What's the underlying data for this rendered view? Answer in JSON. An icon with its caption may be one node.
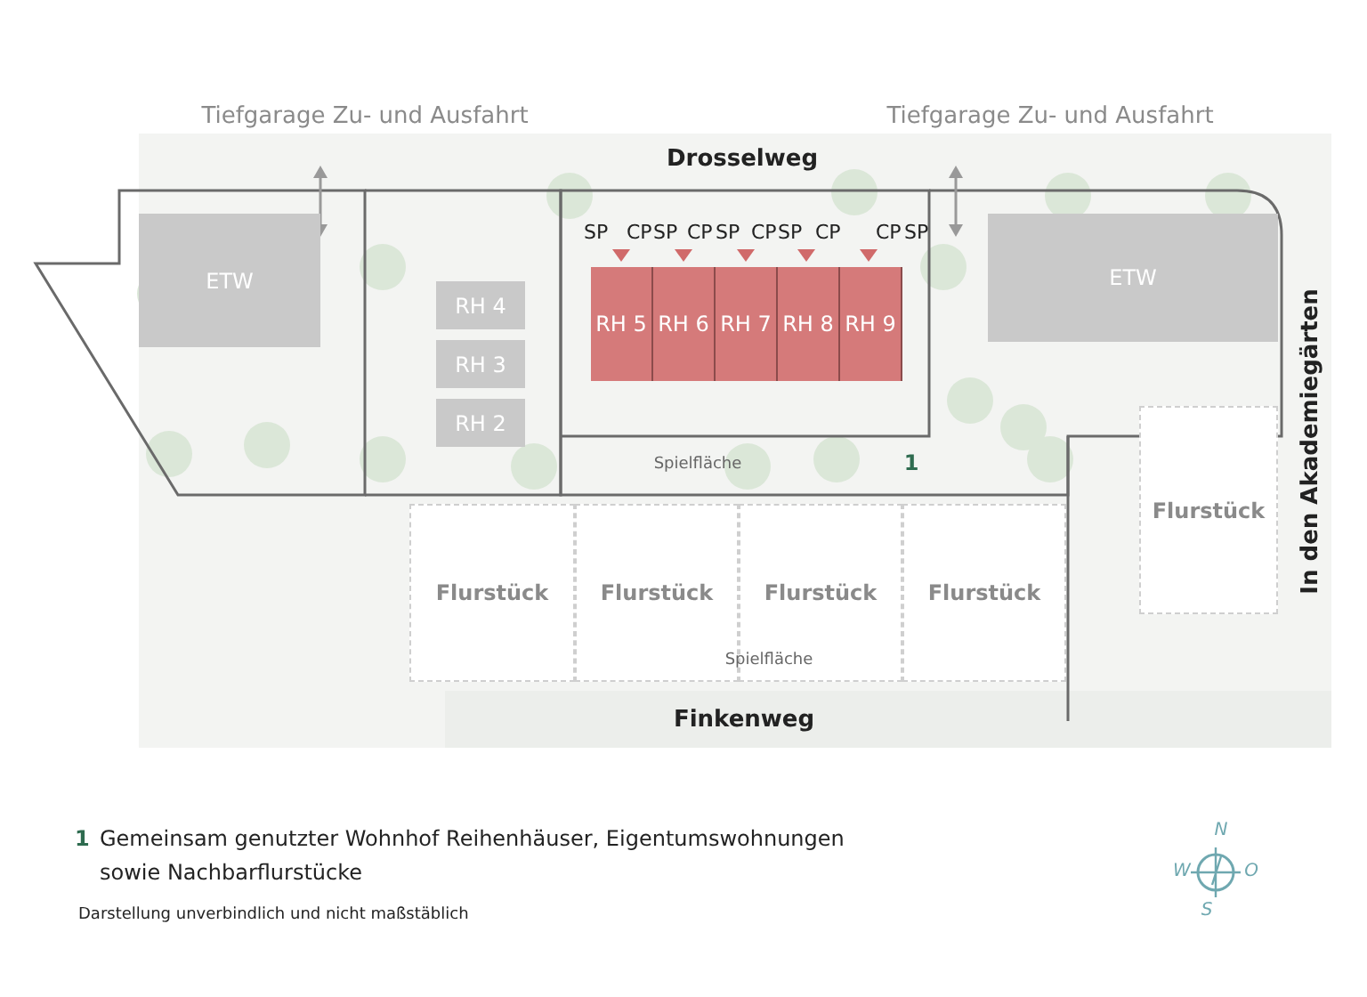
{
  "diagram": {
    "nodes": [
      {
        "text": [
          "ETW"
        ]
      },
      {
        "text": [
          "RH 4"
        ]
      },
      {
        "text": [
          "RH 3"
        ]
      },
      {
        "text": [
          "RH 2"
        ]
      },
      {
        "text": [
          "RH 5"
        ]
      },
      {
        "text": [
          "RH 6"
        ]
      },
      {
        "text": [
          "RH 7"
        ]
      },
      {
        "text": [
          "RH 8"
        ]
      },
      {
        "text": [
          "RH 9"
        ]
      },
      {
        "text": [
          "ETW"
        ]
      },
      {
        "text": [
          "Flurstück"
        ]
      },
      {
        "text": [
          "Flurstück"
        ]
      },
      {
        "text": [
          "Flurstück"
        ]
      },
      {
        "text": [
          "Flurstück"
        ]
      },
      {
        "text": [
          "Flurstück"
        ]
      }
    ],
    "labels": [
      "Tiefgarage Zu- und Ausfahrt",
      "Tiefgarage Zu- und Ausfahrt",
      "Drosselweg",
      "SP",
      "CP",
      "SP",
      "CP",
      "SP",
      "CP",
      "SP",
      "CP",
      "CP",
      "SP",
      "Spielfläche",
      "1",
      "In den Akademiegärten",
      "Spielfläche",
      "Finkenweg",
      "1",
      "Gemeinsam genutzter Wohnhof Reihenhäuser, Eigentumswohnungen sowie Nachbarflurstücke",
      "Darstellung unverbindlich und nicht maßstäblich",
      "N",
      "W",
      "O",
      "S"
    ]
  }
}
